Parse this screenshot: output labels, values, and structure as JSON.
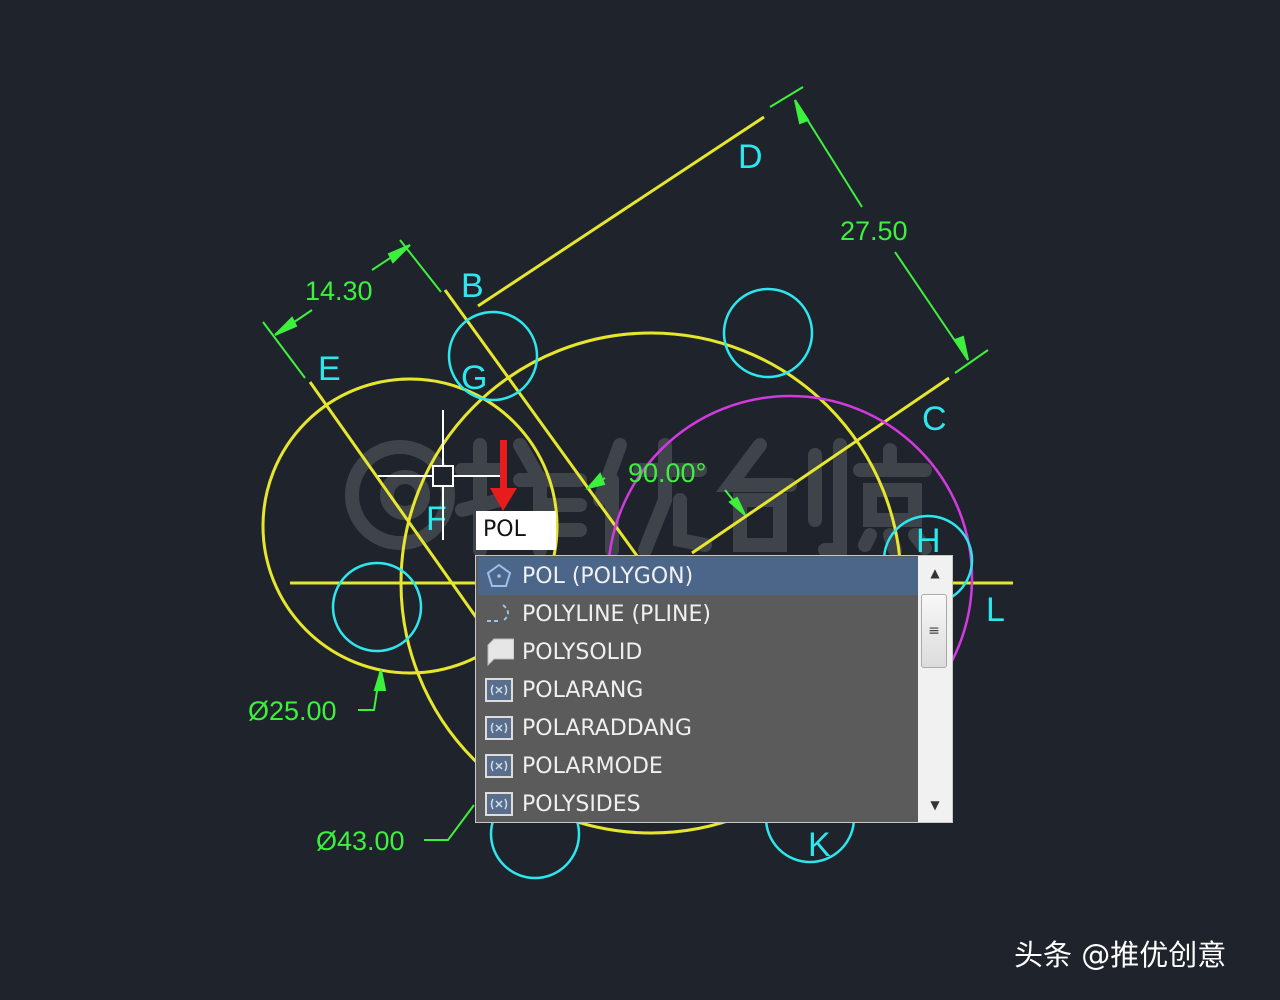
{
  "drawing": {
    "point_labels": [
      "D",
      "B",
      "E",
      "G",
      "C",
      "F",
      "H",
      "L",
      "K"
    ],
    "dimensions": {
      "d1": "14.30",
      "d2": "27.50",
      "angle": "90.00°",
      "dia_small": "Ø25.00",
      "dia_large": "Ø43.00"
    },
    "watermark": "@推优创意",
    "colors": {
      "background": "#1f242c",
      "geometry": "#e6e62e",
      "circles": "#2ee6ee",
      "magenta": "#d23ae0",
      "dimension": "#3ef03e",
      "arrow": "#e81c1c"
    }
  },
  "command": {
    "input_value": "POL",
    "suggestions": [
      {
        "label": "POL (POLYGON)",
        "icon": "polygon-icon",
        "selected": true
      },
      {
        "label": "POLYLINE (PLINE)",
        "icon": "polyline-icon"
      },
      {
        "label": "POLYSOLID",
        "icon": "polysolid-icon"
      },
      {
        "label": "POLARANG",
        "icon": "system-variable-icon"
      },
      {
        "label": "POLARADDANG",
        "icon": "system-variable-icon"
      },
      {
        "label": "POLARMODE",
        "icon": "system-variable-icon"
      },
      {
        "label": "POLYSIDES",
        "icon": "system-variable-icon"
      }
    ]
  },
  "footer": {
    "text": "头条 @推优创意"
  }
}
